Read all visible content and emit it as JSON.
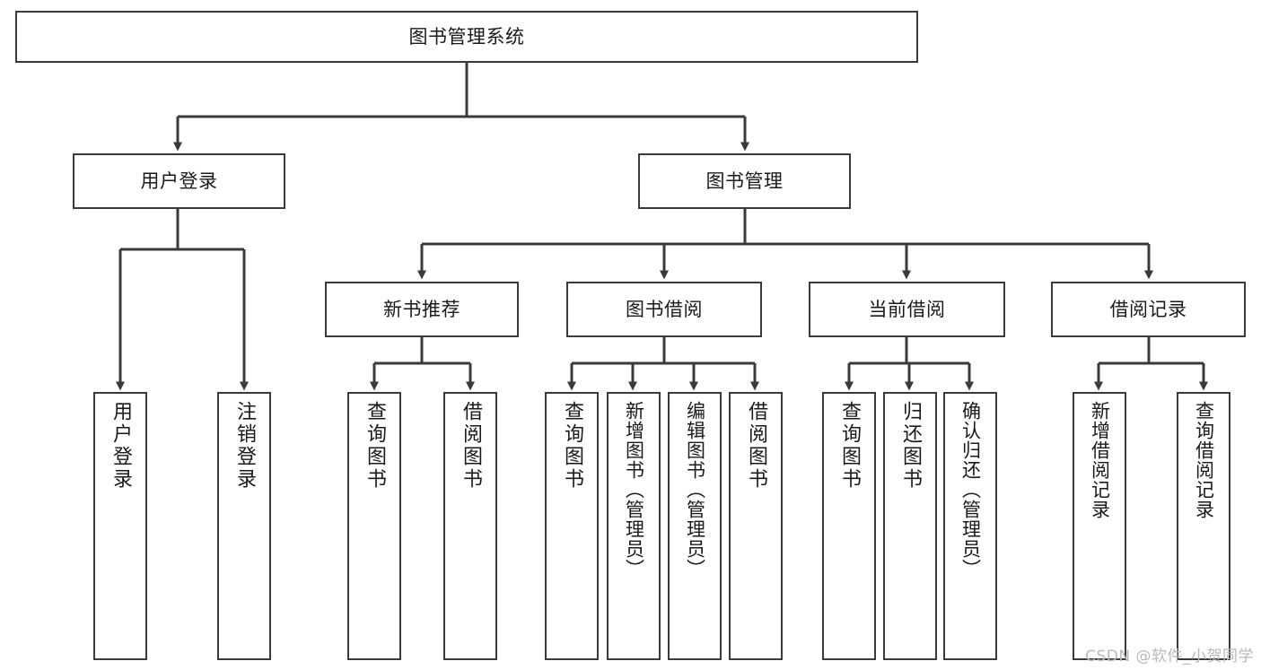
{
  "diagram": {
    "title": "图书管理系统",
    "type": "tree",
    "colors": {
      "stroke": "#3a3a3a",
      "fill": "#ffffff",
      "text": "#1a1a1a",
      "watermark": "#b9b9b9"
    },
    "root": {
      "id": "root",
      "label": "图书管理系统"
    },
    "level2": [
      {
        "id": "user-login",
        "label": "用户登录"
      },
      {
        "id": "book-manage",
        "label": "图书管理"
      }
    ],
    "level3": [
      {
        "id": "new-book-rec",
        "label": "新书推荐",
        "parent": "book-manage"
      },
      {
        "id": "book-borrow",
        "label": "图书借阅",
        "parent": "book-manage"
      },
      {
        "id": "current-borrow",
        "label": "当前借阅",
        "parent": "book-manage"
      },
      {
        "id": "borrow-record",
        "label": "借阅记录",
        "parent": "book-manage"
      }
    ],
    "leaves": [
      {
        "id": "leaf-user-login",
        "label": "用户登录",
        "parent": "user-login"
      },
      {
        "id": "leaf-user-logout",
        "label": "注销登录",
        "parent": "user-login"
      },
      {
        "id": "leaf-query-book-1",
        "label": "查询图书",
        "parent": "new-book-rec"
      },
      {
        "id": "leaf-borrow-book-1",
        "label": "借阅图书",
        "parent": "new-book-rec"
      },
      {
        "id": "leaf-query-book-2",
        "label": "查询图书",
        "parent": "book-borrow"
      },
      {
        "id": "leaf-add-book",
        "label": "新增图书（管理员）",
        "parent": "book-borrow"
      },
      {
        "id": "leaf-edit-book",
        "label": "编辑图书（管理员）",
        "parent": "book-borrow"
      },
      {
        "id": "leaf-borrow-book-2",
        "label": "借阅图书",
        "parent": "book-borrow"
      },
      {
        "id": "leaf-query-book-3",
        "label": "查询图书",
        "parent": "current-borrow"
      },
      {
        "id": "leaf-return-book",
        "label": "归还图书",
        "parent": "current-borrow"
      },
      {
        "id": "leaf-confirm-return",
        "label": "确认归还（管理员）",
        "parent": "current-borrow"
      },
      {
        "id": "leaf-add-record",
        "label": "新增借阅记录",
        "parent": "borrow-record"
      },
      {
        "id": "leaf-query-record",
        "label": "查询借阅记录",
        "parent": "borrow-record"
      }
    ],
    "watermark": "CSDN @软件_小贺同学"
  }
}
